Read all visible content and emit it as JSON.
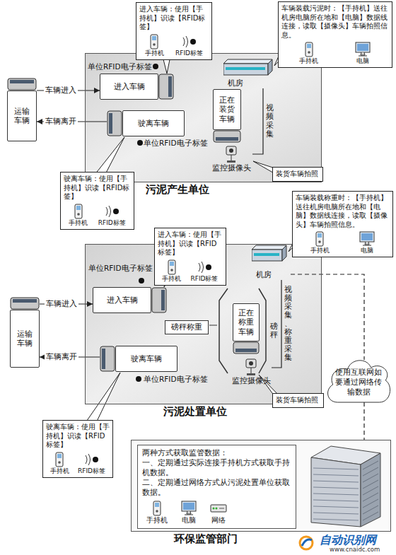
{
  "diagram": {
    "nodes": [
      {
        "text": [
          "污泥产生单位"
        ]
      },
      {
        "text": [
          "进入车辆：使用【手持机】识读【RFID标签】",
          "手持机",
          "RFID标签"
        ]
      },
      {
        "text": [
          "车辆装载污泥时：【手持机】送往机房电脑所在地和【电脑】数据线连接，读取【摄像头】车辆拍照信息。",
          "手持机",
          "电脑"
        ]
      },
      {
        "text": [
          "运输车辆"
        ]
      },
      {
        "text": [
          "进入车辆"
        ],
        "in": 0
      },
      {
        "text": [
          "机房"
        ],
        "in": 0
      },
      {
        "text": [
          "正在装货车辆"
        ],
        "in": 0
      },
      {
        "text": [
          "驶离车辆"
        ],
        "in": 0
      },
      {
        "text": [
          "监控摄像头"
        ],
        "in": 0
      },
      {
        "text": [
          "装货车辆拍照"
        ]
      },
      {
        "text": [
          "驶离车辆：使用【手持机】识读【RFID标签】",
          "手持机",
          "RFID标签"
        ]
      },
      {
        "text": [
          "污泥处置单位"
        ]
      },
      {
        "text": [
          "进入车辆：使用【手持机】识读【RFID标签】",
          "手持机",
          "RFID标签"
        ]
      },
      {
        "text": [
          "车辆装载称重时：【手持机】送往机房电脑所在地和【电脑】数据线连接，读取【摄像头】车辆拍照信息。",
          "手持机",
          "电脑"
        ]
      },
      {
        "text": [
          "运输车辆"
        ]
      },
      {
        "text": [
          "进入车辆"
        ],
        "in": 11
      },
      {
        "text": [
          "机房"
        ],
        "in": 11
      },
      {
        "text": [
          "磅秤称重"
        ],
        "in": 11
      },
      {
        "text": [
          "正在称重车辆"
        ],
        "in": 11
      },
      {
        "text": [
          "驶离车辆"
        ],
        "in": 11
      },
      {
        "text": [
          "监控摄像头"
        ],
        "in": 11
      },
      {
        "text": [
          "装货车辆拍照"
        ]
      },
      {
        "text": [
          "驶离车辆：使用【手持机】识读【RFID标签】",
          "手持机",
          "RFID标签"
        ]
      },
      {
        "text": [
          "使用互联网如要通过网络传输数据"
        ]
      },
      {
        "text": [
          "环保监管部门"
        ]
      },
      {
        "text": [
          "两种方式获取监管数据：",
          "一、定期通过实际连接手持机方式获取手持机数据。",
          "二、定期通过网络方式从污泥处置单位获取数据。",
          "手持机",
          "电脑",
          "网络"
        ],
        "in": 24
      }
    ],
    "edges": [
      {
        "from": 3,
        "to": 4,
        "label": "车辆进入",
        "arrow": "to"
      },
      {
        "from": 7,
        "to": 3,
        "label": "车辆离开",
        "arrow": "to"
      },
      {
        "from": 5,
        "to": 8,
        "label": "视频采集",
        "arrow": "none"
      },
      {
        "from": 14,
        "to": 15,
        "label": "车辆进入",
        "arrow": "to"
      },
      {
        "from": 19,
        "to": 14,
        "label": "车辆离开",
        "arrow": "to"
      },
      {
        "from": 16,
        "to": 20,
        "label": "视频采集、称重采集",
        "arrow": "none"
      },
      {
        "from": 16,
        "to": 23,
        "arrow": "none"
      },
      {
        "from": 23,
        "to": 24,
        "arrow": "none"
      }
    ],
    "labels": [
      "单位RFID电子标签",
      "单位RFID电子标签",
      "单位RFID电子标签",
      "单位RFID电子标签",
      "磅秤",
      "自动识别网",
      "www.cnaidc.com"
    ]
  }
}
